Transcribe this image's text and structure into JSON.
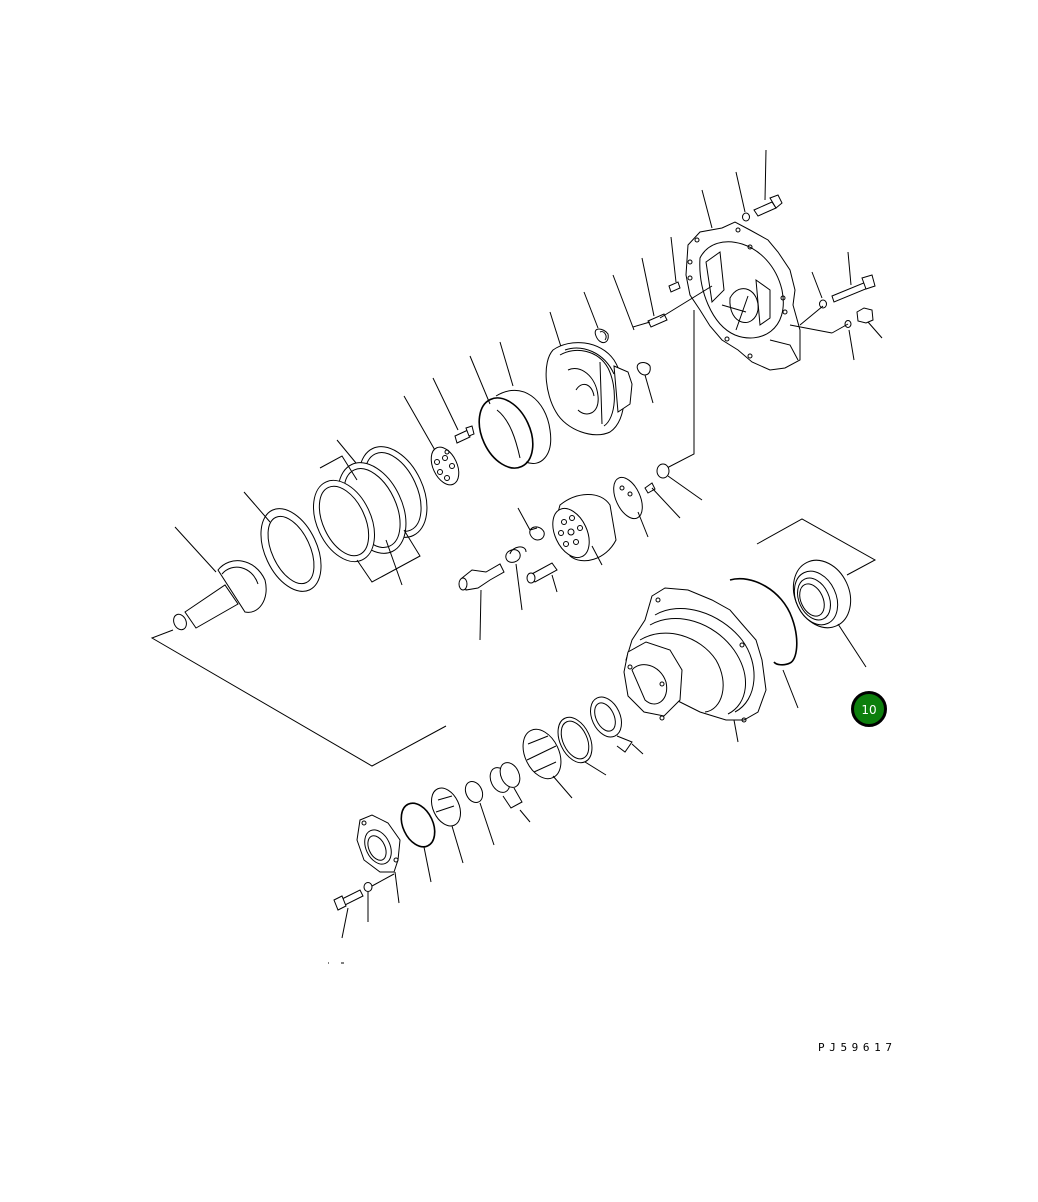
{
  "diagram": {
    "type": "exploded parts diagram",
    "drawing_number": "PJ59617",
    "callouts": [
      {
        "label": "10",
        "color": "#0d7f0d",
        "border_color": "#000000"
      }
    ],
    "line_color": "#000000",
    "background": "#ffffff"
  }
}
